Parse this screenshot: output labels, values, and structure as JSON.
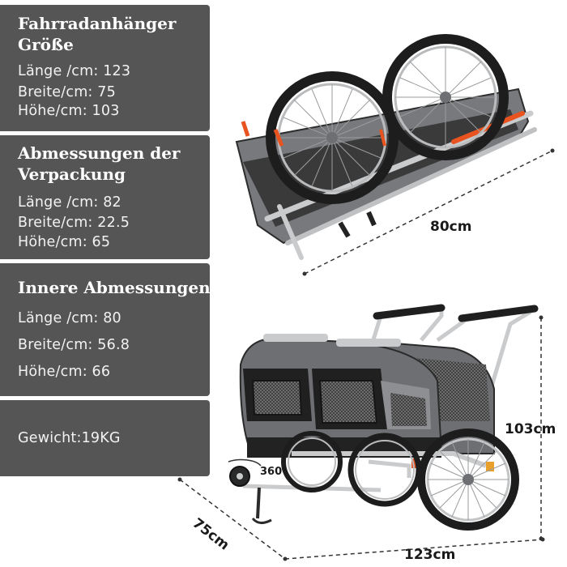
{
  "sections": [
    {
      "title_lines": [
        "Fahrradanhänger",
        "Größe"
      ],
      "rows": [
        "Länge /cm: 123",
        "Breite/cm: 75",
        "Höhe/cm: 103"
      ]
    },
    {
      "title_lines": [
        "Abmessungen der",
        "Verpackung"
      ],
      "rows": [
        "Länge /cm: 82",
        "Breite/cm: 22.5",
        "Höhe/cm: 65"
      ]
    },
    {
      "title_lines": [
        "Innere Abmessungen"
      ],
      "rows": [
        "Länge /cm: 80",
        "Breite/cm: 56.8",
        "Höhe/cm: 66"
      ]
    },
    {
      "rows": [
        "Gewicht:19KG"
      ]
    }
  ],
  "dimensions": {
    "folded_length": "80cm",
    "height": "103cm",
    "width": "75cm",
    "length": "123cm",
    "swivel": "360°"
  },
  "colors": {
    "panel": "#555556",
    "trailer_grey": "#6d6f72",
    "trailer_black": "#202020",
    "frame_silver": "#c9cbcd",
    "accent_orange": "#e8531f"
  }
}
